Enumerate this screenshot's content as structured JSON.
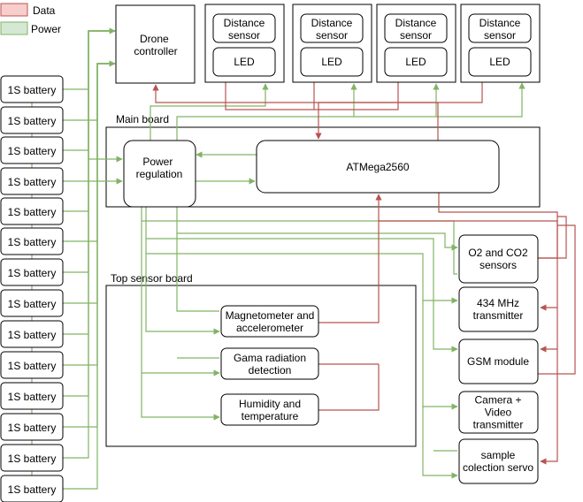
{
  "legend": {
    "data": "Data",
    "power": "Power"
  },
  "colors": {
    "data": "#b85450",
    "power": "#82b366",
    "data_fill": "#f8cecc",
    "power_fill": "#d5e8d4"
  },
  "groups": {
    "main_board": "Main board",
    "top_sensor_board": "Top sensor board"
  },
  "drone_controller": [
    "Drone",
    "controller"
  ],
  "distance_sensor": [
    "Distance",
    "sensor"
  ],
  "led": "LED",
  "power_regulation": [
    "Power",
    "regulation"
  ],
  "atmega": "ATMega2560",
  "battery": "1S battery",
  "top_sensors": [
    [
      "Magnetometer and",
      "accelerometer"
    ],
    [
      "Gama radiation",
      "detection"
    ],
    [
      "Humidity and",
      "temperature"
    ]
  ],
  "right_modules": [
    [
      "O2 and CO2",
      "sensors"
    ],
    [
      "434 MHz",
      "transmitter"
    ],
    [
      "GSM module"
    ],
    [
      "Camera +",
      "Video",
      "transmitter"
    ],
    [
      "sample",
      "colection servo"
    ]
  ]
}
